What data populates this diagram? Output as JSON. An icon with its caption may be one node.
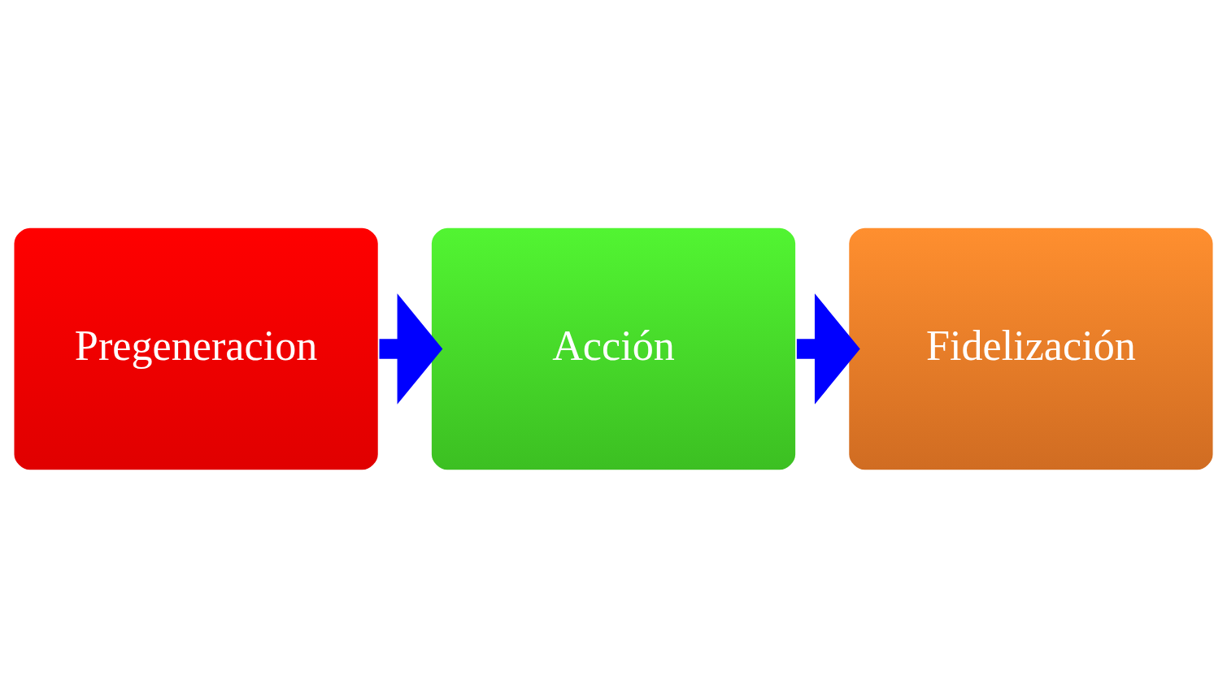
{
  "diagram": {
    "nodes": [
      {
        "text": [
          "Pregeneracion"
        ]
      },
      {
        "text": [
          "Acción"
        ]
      },
      {
        "text": [
          "Fidelización"
        ]
      }
    ],
    "edges": [
      {
        "from": 0,
        "to": 1,
        "arrow": "to"
      },
      {
        "from": 1,
        "to": 2,
        "arrow": "to"
      }
    ]
  }
}
